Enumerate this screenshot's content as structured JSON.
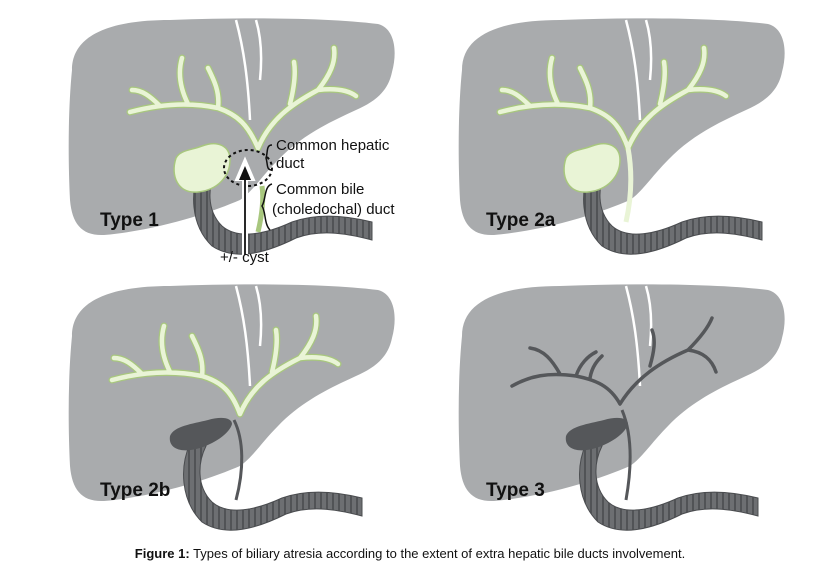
{
  "panels": [
    {
      "label": "Type 1"
    },
    {
      "label": "Type 2a"
    },
    {
      "label": "Type 2b"
    },
    {
      "label": "Type 3"
    }
  ],
  "annotations": {
    "common_hepatic_1": "Common hepatic",
    "common_hepatic_2": "duct",
    "common_bile_1": "Common bile",
    "common_bile_2": "(choledochal) duct",
    "cyst": "+/- cyst"
  },
  "caption": {
    "label": "Figure 1:",
    "text": " Types of biliary atresia according to the extent of extra hepatic bile ducts involvement."
  },
  "colors": {
    "liver": "#a9abad",
    "liver_edge": "#ffffff",
    "bile_duct": "#e9f4d6",
    "bile_duct_edge": "#a8c77e",
    "atretic_duct": "#55575a",
    "duodenum": "#6d6f72",
    "duodenum_ridge": "#4a4c4f"
  }
}
